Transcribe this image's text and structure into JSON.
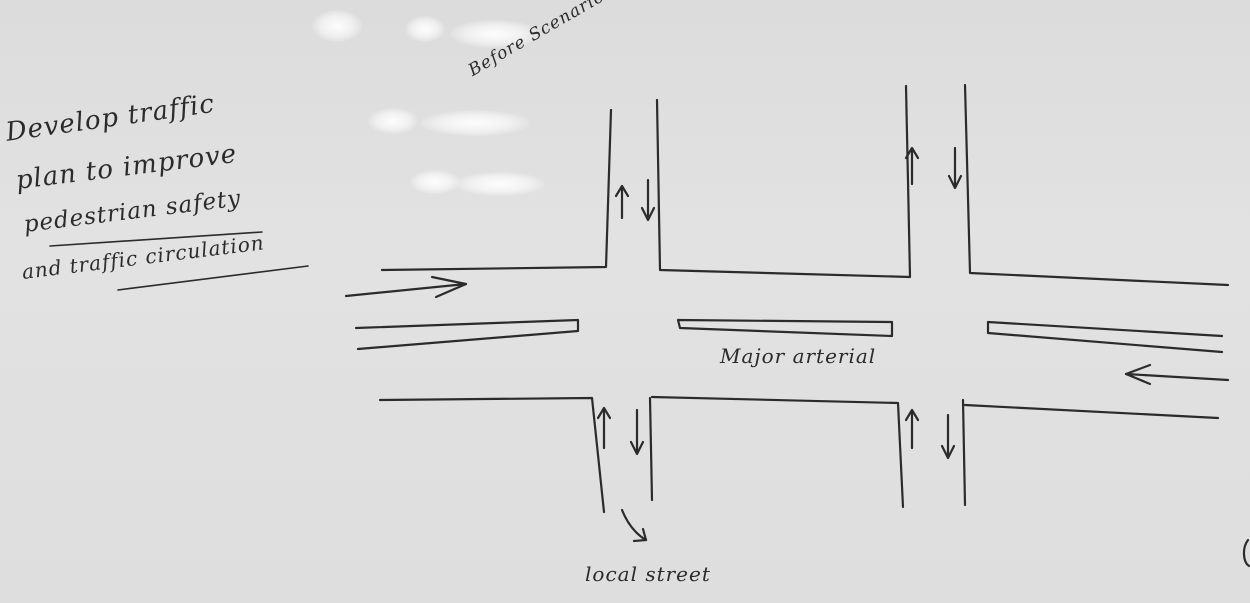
{
  "notes": {
    "line1": "Develop traffic",
    "line2": "plan to improve",
    "line3": "pedestrian safety",
    "line4": "and traffic circulation"
  },
  "diagram": {
    "scenario_label": "Before Scenario",
    "main_road_label": "Major arterial",
    "side_road_label": "local street"
  },
  "colors": {
    "ink": "#2b2b2b",
    "board": "#dedede"
  }
}
